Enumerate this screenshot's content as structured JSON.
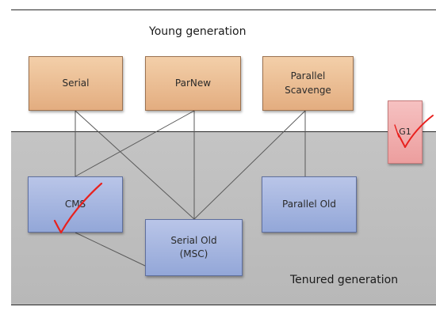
{
  "regions": {
    "young_label": "Young generation",
    "tenured_label": "Tenured generation"
  },
  "collectors": {
    "serial": "Serial",
    "parnew": "ParNew",
    "parallel_scavenge": "Parallel\nScavenge",
    "cms": "CMS",
    "serial_old": "Serial Old\n(MSC)",
    "parallel_old": "Parallel Old",
    "g1": "G1"
  },
  "colors": {
    "young_box": "#e8b68c",
    "old_box": "#a0b2de",
    "g1_box": "#f0a8a8",
    "tenured_background": "#bfbfbf",
    "checkmark": "#e8211e"
  },
  "annotations": {
    "checkmarks_on": [
      "cms",
      "g1"
    ]
  }
}
